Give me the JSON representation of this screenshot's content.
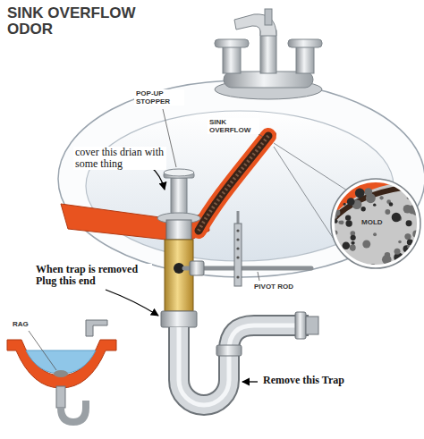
{
  "diagram": {
    "title": "SINK OVERFLOW ODOR",
    "labels": [
      "POP-UP STOPPER",
      "SINK OVERFLOW",
      "cover this drian with some thing",
      "MOLD",
      "When trap is removed Plug this end",
      "PIVOT ROD",
      "RAG",
      "Remove this Trap"
    ]
  }
}
